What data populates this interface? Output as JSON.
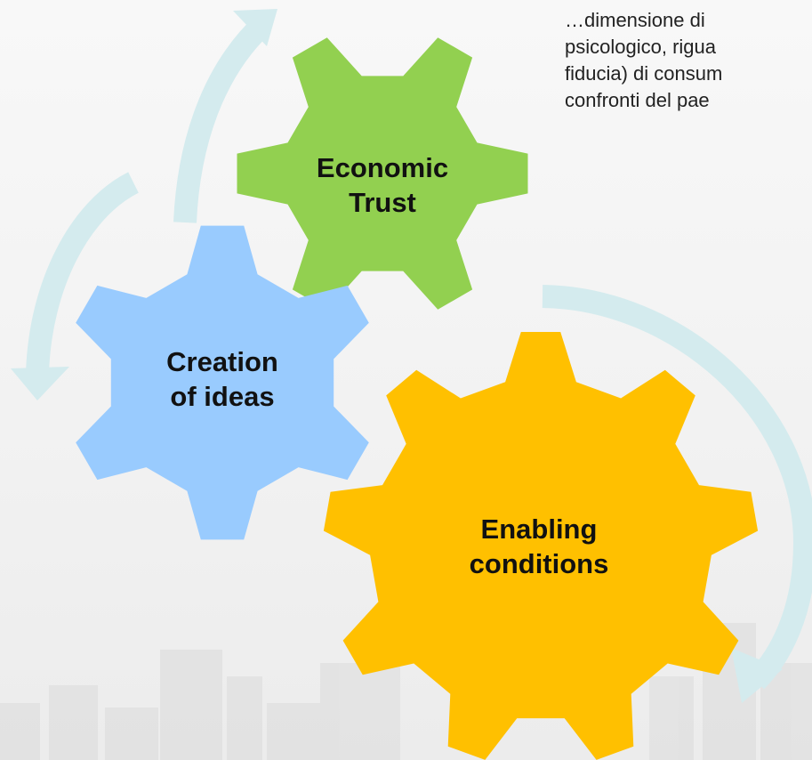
{
  "gears": {
    "trust": {
      "line1": "Economic",
      "line2": "Trust",
      "color": "#92d050"
    },
    "ideas": {
      "line1": "Creation",
      "line2": "of ideas",
      "color": "#99cbfe"
    },
    "enabling": {
      "line1": "Enabling",
      "line2": "conditions",
      "color": "#ffc000"
    }
  },
  "note": {
    "lines": [
      "…dimensione di",
      "psicologico, rigua",
      "fiducia) di consum",
      "confronti del pae"
    ]
  },
  "colors": {
    "arrow": "#d4ebee",
    "skyline": "#e0e0e0"
  }
}
